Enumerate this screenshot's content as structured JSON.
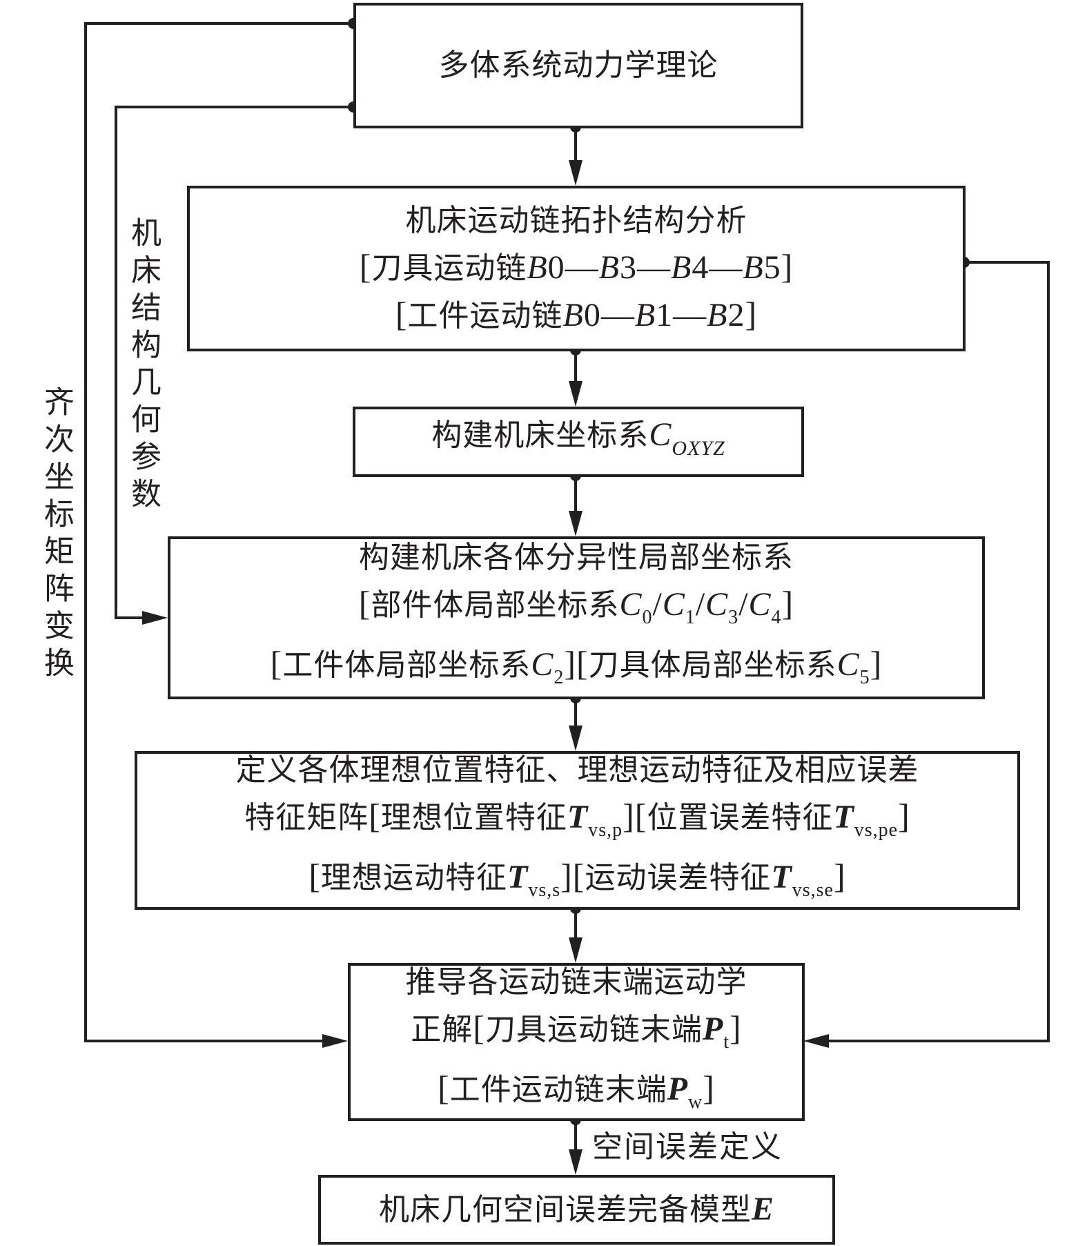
{
  "diagram": {
    "nodes": {
      "theory": {
        "lines": [
          [
            {
              "t": "多体系统动力学理论"
            }
          ]
        ]
      },
      "topology": {
        "lines": [
          [
            {
              "t": "机床运动链拓扑结构分析"
            }
          ],
          [
            {
              "t": "[",
              "c": "bracket"
            },
            {
              "t": "刀具运动链"
            },
            {
              "t": "B",
              "c": "math-i"
            },
            {
              "t": "0—",
              "c": "math-r"
            },
            {
              "t": "B",
              "c": "math-i"
            },
            {
              "t": "3—",
              "c": "math-r"
            },
            {
              "t": "B",
              "c": "math-i"
            },
            {
              "t": "4—",
              "c": "math-r"
            },
            {
              "t": "B",
              "c": "math-i"
            },
            {
              "t": "5",
              "c": "math-r"
            },
            {
              "t": "]",
              "c": "bracket"
            }
          ],
          [
            {
              "t": "[",
              "c": "bracket"
            },
            {
              "t": "工件运动链"
            },
            {
              "t": "B",
              "c": "math-i"
            },
            {
              "t": "0—",
              "c": "math-r"
            },
            {
              "t": "B",
              "c": "math-i"
            },
            {
              "t": "1—",
              "c": "math-r"
            },
            {
              "t": "B",
              "c": "math-i"
            },
            {
              "t": "2",
              "c": "math-r"
            },
            {
              "t": "]",
              "c": "bracket"
            }
          ]
        ]
      },
      "coordinate_system": {
        "lines": [
          [
            {
              "t": "构建机床坐标系"
            },
            {
              "t": "C",
              "c": "math-i"
            },
            {
              "t": "OXYZ",
              "c": "sub-i"
            }
          ]
        ]
      },
      "local_coordinates": {
        "lines": [
          [
            {
              "t": "构建机床各体分异性局部坐标系"
            }
          ],
          [
            {
              "t": "[",
              "c": "bracket"
            },
            {
              "t": "部件体局部坐标系"
            },
            {
              "t": "C",
              "c": "math-i"
            },
            {
              "t": "0",
              "c": "sub"
            },
            {
              "t": "/",
              "c": "math-r"
            },
            {
              "t": "C",
              "c": "math-i"
            },
            {
              "t": "1",
              "c": "sub"
            },
            {
              "t": "/",
              "c": "math-r"
            },
            {
              "t": "C",
              "c": "math-i"
            },
            {
              "t": "3",
              "c": "sub"
            },
            {
              "t": "/",
              "c": "math-r"
            },
            {
              "t": "C",
              "c": "math-i"
            },
            {
              "t": "4",
              "c": "sub"
            },
            {
              "t": "]",
              "c": "bracket"
            }
          ],
          [
            {
              "t": "[",
              "c": "bracket"
            },
            {
              "t": "工件体局部坐标系"
            },
            {
              "t": "C",
              "c": "math-i"
            },
            {
              "t": "2",
              "c": "sub"
            },
            {
              "t": "][",
              "c": "bracket"
            },
            {
              "t": "刀具体局部坐标系"
            },
            {
              "t": "C",
              "c": "math-i"
            },
            {
              "t": "5",
              "c": "sub"
            },
            {
              "t": "]",
              "c": "bracket"
            }
          ]
        ]
      },
      "feature_matrices": {
        "lines": [
          [
            {
              "t": "定义各体理想位置特征、理想运动特征及相应误差"
            }
          ],
          [
            {
              "t": "特征矩阵"
            },
            {
              "t": "[",
              "c": "bracket"
            },
            {
              "t": "理想位置特征"
            },
            {
              "t": "T",
              "c": "math-b"
            },
            {
              "t": "vs,p",
              "c": "sub"
            },
            {
              "t": "][",
              "c": "bracket"
            },
            {
              "t": "位置误差特征"
            },
            {
              "t": "T",
              "c": "math-b"
            },
            {
              "t": "vs,pe",
              "c": "sub"
            },
            {
              "t": "]",
              "c": "bracket"
            }
          ],
          [
            {
              "t": "[",
              "c": "bracket"
            },
            {
              "t": "理想运动特征"
            },
            {
              "t": "T",
              "c": "math-b"
            },
            {
              "t": "vs,s",
              "c": "sub"
            },
            {
              "t": "][",
              "c": "bracket"
            },
            {
              "t": "运动误差特征"
            },
            {
              "t": "T",
              "c": "math-b"
            },
            {
              "t": "vs,se",
              "c": "sub"
            },
            {
              "t": "]",
              "c": "bracket"
            }
          ]
        ]
      },
      "kinematics": {
        "lines": [
          [
            {
              "t": "推导各运动链末端运动学"
            }
          ],
          [
            {
              "t": "正解"
            },
            {
              "t": "[",
              "c": "bracket"
            },
            {
              "t": "刀具运动链末端"
            },
            {
              "t": "P",
              "c": "math-b"
            },
            {
              "t": "t",
              "c": "sub"
            },
            {
              "t": "]",
              "c": "bracket"
            }
          ],
          [
            {
              "t": "[",
              "c": "bracket"
            },
            {
              "t": "工件运动链末端"
            },
            {
              "t": "P",
              "c": "math-b"
            },
            {
              "t": "w",
              "c": "sub"
            },
            {
              "t": "]",
              "c": "bracket"
            }
          ]
        ]
      },
      "error_model": {
        "lines": [
          [
            {
              "t": "机床几何空间误差完备模型"
            },
            {
              "t": "E",
              "c": "math-b"
            }
          ]
        ]
      }
    },
    "side_labels": {
      "structure_params": "机床结构几何参数",
      "homogeneous_transform": "齐次坐标矩阵变换"
    },
    "edge_labels": {
      "spatial_error_definition": "空间误差定义"
    },
    "colors": {
      "stroke": "#231f20",
      "background": "#ffffff"
    }
  }
}
